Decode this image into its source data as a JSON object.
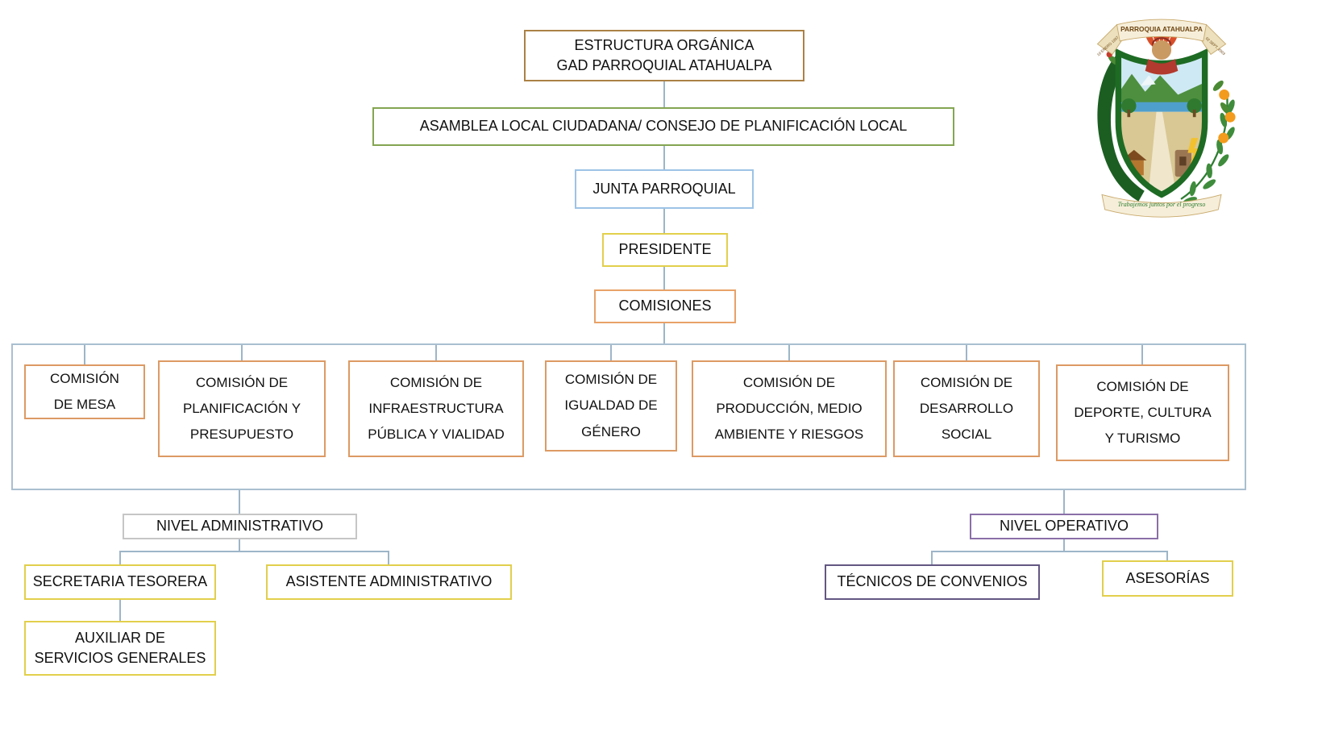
{
  "org_chart": {
    "nodes": {
      "root": {
        "label": "ESTRUCTURA ORGÁNICA\nGAD PARROQUIAL ATAHUALPA"
      },
      "asamblea": {
        "label": "ASAMBLEA LOCAL CIUDADANA/ CONSEJO DE PLANIFICACIÓN LOCAL"
      },
      "junta": {
        "label": "JUNTA PARROQUIAL"
      },
      "presidente": {
        "label": "PRESIDENTE"
      },
      "comisiones": {
        "label": "COMISIONES"
      },
      "nivel_administrativo": {
        "label": "NIVEL ADMINISTRATIVO"
      },
      "secretaria_tesorera": {
        "label": "SECRETARIA TESORERA"
      },
      "asistente_administrativo": {
        "label": "ASISTENTE ADMINISTRATIVO"
      },
      "auxiliar_servicios": {
        "label": "AUXILIAR DE\nSERVICIOS GENERALES"
      },
      "nivel_operativo": {
        "label": "NIVEL OPERATIVO"
      },
      "tecnicos_convenios": {
        "label": "TÉCNICOS DE CONVENIOS"
      },
      "asesorias": {
        "label": "ASESORÍAS"
      }
    },
    "commissions": [
      {
        "label": "COMISIÓN\nDE MESA"
      },
      {
        "label": "COMISIÓN DE\nPLANIFICACIÓN Y\nPRESUPUESTO"
      },
      {
        "label": "COMISIÓN DE\nINFRAESTRUCTURA\nPÚBLICA Y VIALIDAD"
      },
      {
        "label": "COMISIÓN DE\nIGUALDAD DE\nGÉNERO"
      },
      {
        "label": "COMISIÓN DE\nPRODUCCIÓN, MEDIO\nAMBIENTE Y RIESGOS"
      },
      {
        "label": "COMISIÓN DE\nDESARROLLO\nSOCIAL"
      },
      {
        "label": "COMISIÓN DE\nDEPORTE, CULTURA\nY TURISMO"
      }
    ],
    "logo": {
      "title": "PARROQUIA ATAHUALPA",
      "date_left": "10 ENERO 1997",
      "date_right": "02 SEPT. 2003",
      "motto": "Trabajemos juntos por el progreso"
    },
    "colors": {
      "root_border": "#ab8146",
      "asamblea_border": "#84a552",
      "junta_border": "#9dc3e6",
      "yellow_border": "#e2cf4c",
      "comisiones_border": "#e8a268",
      "commission_border": "#dd9a64",
      "container_border": "#a9bfd0",
      "admin_border": "#c6c6c6",
      "operativo_border": "#8a6fa8",
      "tecnicos_border": "#635782",
      "connector": "#9db5c8"
    }
  }
}
